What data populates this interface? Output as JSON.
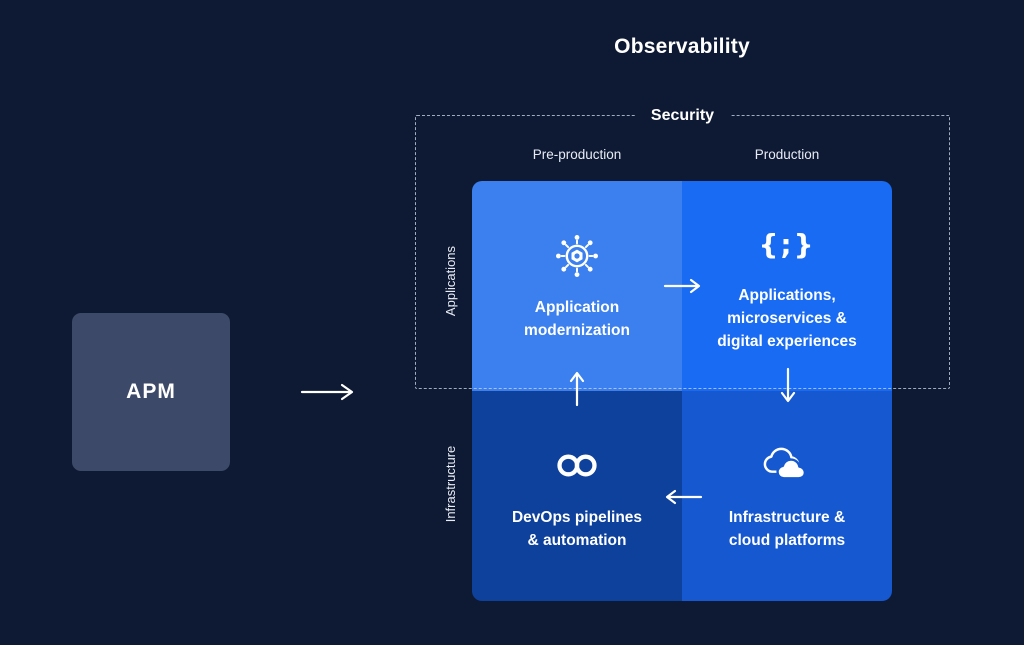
{
  "colors": {
    "background": "#0e1a33",
    "apm_box": "#3d4969",
    "arrow": "#ffffff",
    "dashed_border": "#c7d1e2",
    "heading_text": "#ffffff",
    "axis_text": "#e8ecf5"
  },
  "title": "Observability",
  "apm": {
    "label": "APM"
  },
  "security": {
    "label": "Security"
  },
  "columns": [
    {
      "label": "Pre-production"
    },
    {
      "label": "Production"
    }
  ],
  "rows": [
    {
      "label": "Applications"
    },
    {
      "label": "Infrastructure"
    }
  ],
  "quadrants": [
    {
      "name": "application-modernization",
      "row": "Applications",
      "column": "Pre-production",
      "icon": "hub-modernization-icon",
      "color": "#3b80ee",
      "lines": [
        "Application",
        "modernization"
      ]
    },
    {
      "name": "applications-microservices-digital-experiences",
      "row": "Applications",
      "column": "Production",
      "icon": "code-braces-icon",
      "icon_glyph": "{;}",
      "color": "#186bf2",
      "lines": [
        "Applications,",
        "microservices &",
        "digital experiences"
      ]
    },
    {
      "name": "devops-pipelines-automation",
      "row": "Infrastructure",
      "column": "Pre-production",
      "icon": "infinity-icon",
      "color": "#0e419c",
      "lines": [
        "DevOps pipelines",
        "& automation"
      ]
    },
    {
      "name": "infrastructure-cloud-platforms",
      "row": "Infrastructure",
      "column": "Production",
      "icon": "cloud-icon",
      "color": "#1558d0",
      "lines": [
        "Infrastructure &",
        "cloud platforms"
      ]
    }
  ],
  "arrows": [
    {
      "name": "apm-to-observability",
      "direction": "right"
    },
    {
      "name": "modernization-to-applications",
      "direction": "right"
    },
    {
      "name": "applications-to-infrastructure",
      "direction": "down"
    },
    {
      "name": "infrastructure-to-devops",
      "direction": "left"
    },
    {
      "name": "devops-to-modernization",
      "direction": "up"
    }
  ]
}
